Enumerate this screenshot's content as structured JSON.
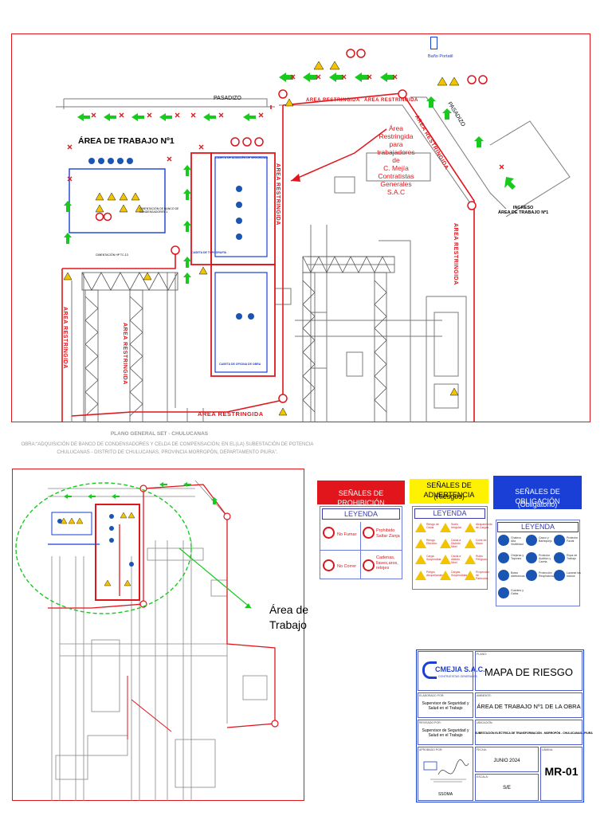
{
  "plan": {
    "area_title": "ÁREA DE TRABAJO Nº1",
    "pasadizo_top": "PASADIZO",
    "pasadizo_diag": "PASADIZO",
    "bano": "Baño Portatil",
    "ingreso": "INGRESO\nÁREA DE TRABAJO Nº1",
    "annotation": "Área\nRestringida\npara\ntrabajadores\nde\nC. Mejía\nContratistas\nGenerales\nS.A.C",
    "restricted": "AREA RESTRINGIDA",
    "restricted_vertical": "AREA RESTRINGIDA",
    "capacitor_note": "CIMENTACIÓN DE BANCO DE CONDENSADORES 1",
    "cimentacion": "CIMENTACIÓN HP TC-13",
    "caseta1": "CASETA DE TOPOGRAFÍA",
    "caseta2": "CASETA DE OFICINA DE OBRA",
    "caseta3": "CASETA DE ALMACÉN DE SEGURIDAD"
  },
  "caption": {
    "line1": "PLANO GENERAL SET - CHULUCANAS",
    "line2": "OBRA:“ADQUISICIÓN DE BANCO DE CONDENSADORES Y CELDA DE COMPENSACIÓN; EN EL(LA) SUBESTACIÓN DE POTENCIA CHULUCANAS - DISTRITO DE CHULUCANAS, PROVINCIA MORROPÓN, DEPARTAMENTO PIURA”."
  },
  "overview": {
    "area_label": "Área de\nTrabajo"
  },
  "legends": {
    "prohibition": {
      "title": "SEÑALES DE PROHIBICIÓN",
      "subtitle": "LEYENDA",
      "color": "#e0161c",
      "items": [
        "No Fumar",
        "Prohibido Saltar Zanja",
        "No Correr",
        "Cadenas, llaves,aros, relojes"
      ]
    },
    "warning": {
      "title": "SEÑALES DE ADVERTENCIA",
      "title2": "(Riesgos)",
      "subtitle": "LEYENDA",
      "color": "#fff200",
      "items": [
        "Riesgo de Caída",
        "Suelo Irregular",
        "Atrapamiento de Cargas",
        "Riesgo Eléctrico",
        "Caída a Distinto Nivel",
        "Corte de Mano",
        "Carga Suspendida",
        "Caída a distinto Nivel",
        "Ruido Peligroso",
        "Peligro Atropellamiento",
        "Cargas Suspendidas",
        "Proyección de Partículas"
      ]
    },
    "mandatory": {
      "title": "SEÑALES DE OBLIGACIÓN",
      "title2": "(Obligatorio)",
      "subtitle": "LEYENDA",
      "color": "#1a3fd6",
      "items": [
        "Chaleco Alta Visibilidad",
        "Casco y Barbiquejo",
        "Protector Facial",
        "Orejeras y Tapones",
        "Protector Auditivo y Careta",
        "Ropa de Trabajo",
        "Botas dieléctricas",
        "Protección Respiratoria",
        "Lavarse las manos",
        "Guantes y Gafas"
      ]
    }
  },
  "title_block": {
    "logo_text": "CMEJIA S.A.C.",
    "logo_sub": "CONTRATISTAS GENERALES",
    "plano_lbl": "PLANO:",
    "plano": "MAPA DE RIESGO",
    "ambiente_lbl": "AMBIENTE:",
    "ambiente": "ÁREA DE TRABAJO Nº1 DE LA OBRA",
    "elaborado_lbl": "ELABORADO POR:",
    "elaborado": "Supervisor de Seguridad y Salud en el Trabajo",
    "revisado_lbl": "REVISADO POR:",
    "revisado": "Supervisor de Seguridad y Salud en el Trabajo",
    "ubicacion_lbl": "UBICACIÓN:",
    "ubicacion": "SUBESTACIÓN ELÉCTRICA DE TRANSFORMACIÓN - MORROPÓN - CHULUCANAS - PIURA",
    "aprobado_lbl": "APROBADO POR:",
    "aprobado": "SSOMA",
    "fecha_lbl": "FECHA:",
    "fecha": "JUNIO 2024",
    "escala_lbl": "ESCALA:",
    "escala": "S/E",
    "lamina_lbl": "LÁMINA:",
    "lamina": "MR-01"
  }
}
